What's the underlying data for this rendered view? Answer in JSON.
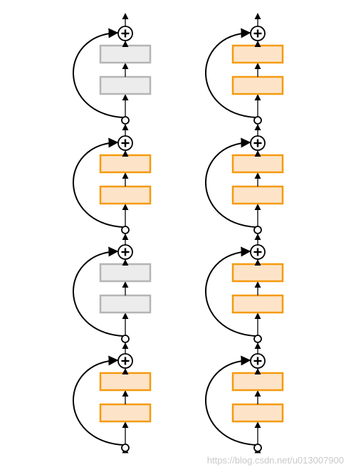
{
  "diagram": {
    "columns": [
      {
        "name": "left-column",
        "blocks": [
          "active",
          "inactive",
          "active",
          "inactive"
        ]
      },
      {
        "name": "right-column",
        "blocks": [
          "active",
          "active",
          "active",
          "active"
        ]
      }
    ],
    "colors": {
      "active_fill": "#fde4c9",
      "active_stroke": "#f59a0e",
      "inactive_fill": "#ececec",
      "inactive_stroke": "#b5b5b5",
      "line": "#000000"
    },
    "symbols": {
      "add": "⊕",
      "input_node": "○"
    }
  },
  "watermark": {
    "text": "https://blog.csdn.net/u013007900"
  }
}
